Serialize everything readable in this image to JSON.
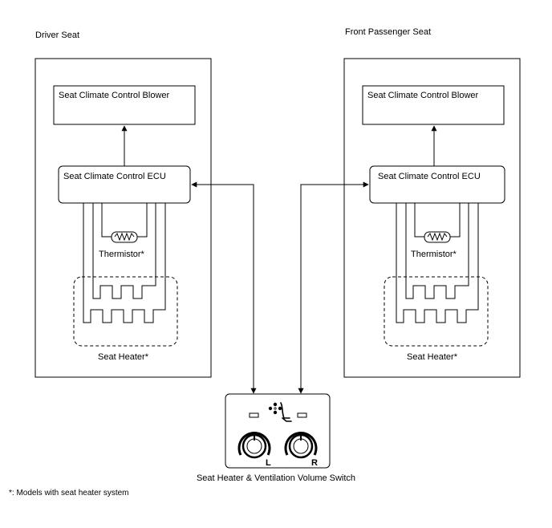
{
  "driver": {
    "title": "Driver Seat",
    "blower": "Seat Climate Control Blower",
    "ecu": "Seat Climate Control ECU",
    "thermistor": "Thermistor*",
    "heater": "Seat Heater*"
  },
  "passenger": {
    "title": "Front Passenger Seat",
    "blower": "Seat Climate Control Blower",
    "ecu": "Seat Climate Control ECU",
    "thermistor": "Thermistor*",
    "heater": "Seat Heater*"
  },
  "switch": {
    "caption": "Seat Heater & Ventilation Volume Switch",
    "left_letter": "L",
    "right_letter": "R",
    "icon": "seat-fan-icon"
  },
  "footnote": "*: Models with seat heater system"
}
